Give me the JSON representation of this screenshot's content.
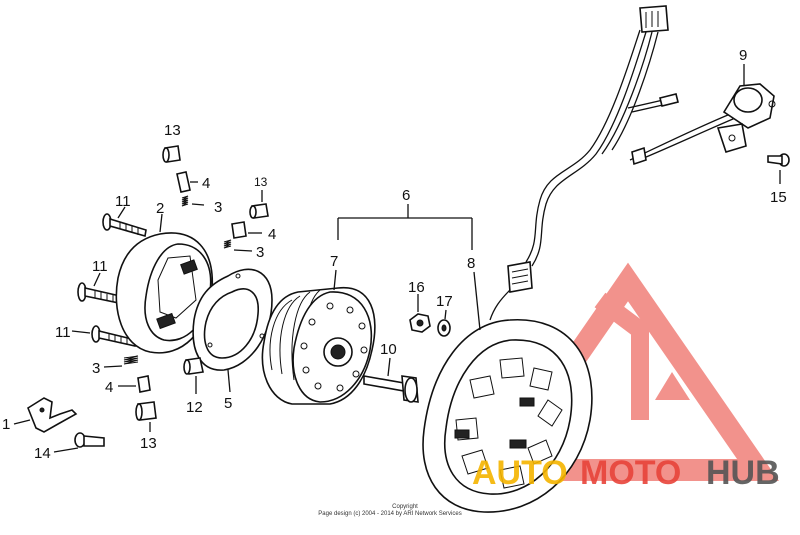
{
  "callouts": {
    "c1": "1",
    "c2": "2",
    "c3a": "3",
    "c3b": "3",
    "c3c": "3",
    "c4a": "4",
    "c4b": "4",
    "c4c": "4",
    "c5": "5",
    "c6": "6",
    "c7": "7",
    "c8": "8",
    "c9": "9",
    "c10": "10",
    "c11a": "11",
    "c11b": "11",
    "c11c": "11",
    "c12": "12",
    "c13a": "13",
    "c13b": "13",
    "c13c": "13",
    "c14": "14",
    "c15": "15",
    "c16": "16",
    "c17": "17"
  },
  "copyright": {
    "line1": "Copyright",
    "line2": "Page design (c) 2004 - 2014 by ARI Network Services"
  },
  "watermark": {
    "part1": "AUTO",
    "part2": "MOTO",
    "part3": "HUB",
    "colors": {
      "red": "#e8443a",
      "yellow": "#f5b400",
      "gray": "#555555",
      "triangle": "#f08078"
    }
  }
}
